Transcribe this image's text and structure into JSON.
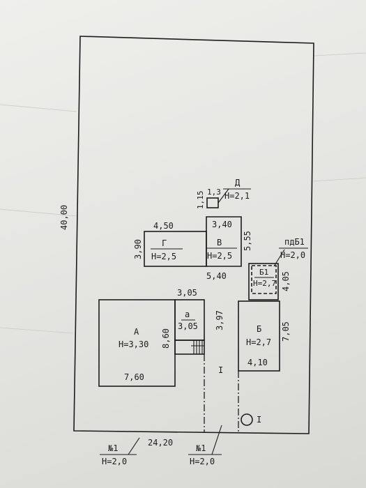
{
  "plot": {
    "width": "24,20",
    "height": "40,00"
  },
  "buildings": {
    "A": {
      "letter": "А",
      "h": "Н=3,30",
      "dim_w": "7,60",
      "dim_h": "8,60"
    },
    "a": {
      "letter": "а",
      "h": "3,05",
      "dim_top": "3,05",
      "dim_side": "3,97"
    },
    "B": {
      "letter": "Б",
      "h": "Н=2,7",
      "dim_w": "4,10",
      "dim_h": "7,05"
    },
    "B1": {
      "letter": "Б1",
      "h": "Н=2,7",
      "dim_h": "4,05",
      "callout_name": "пдБ1",
      "callout_h": "Н=2,0"
    },
    "V": {
      "letter": "В",
      "h": "Н=2,5",
      "dim_top": "3,40",
      "dim_bottom": "5,40",
      "dim_side": "5,55"
    },
    "G": {
      "letter": "Г",
      "h": "Н=2,5",
      "dim_w": "4,50",
      "dim_h": "3,90"
    },
    "D": {
      "letter": "Д",
      "h": "Н=2,1",
      "dim_w": "1,3",
      "dim_h": "1,15"
    }
  },
  "markers": {
    "yard_label": "I",
    "well_label": "I",
    "gate1": {
      "name": "№1",
      "h": "Н=2,0"
    },
    "gate2": {
      "name": "№1",
      "h": "Н=2,0"
    }
  }
}
